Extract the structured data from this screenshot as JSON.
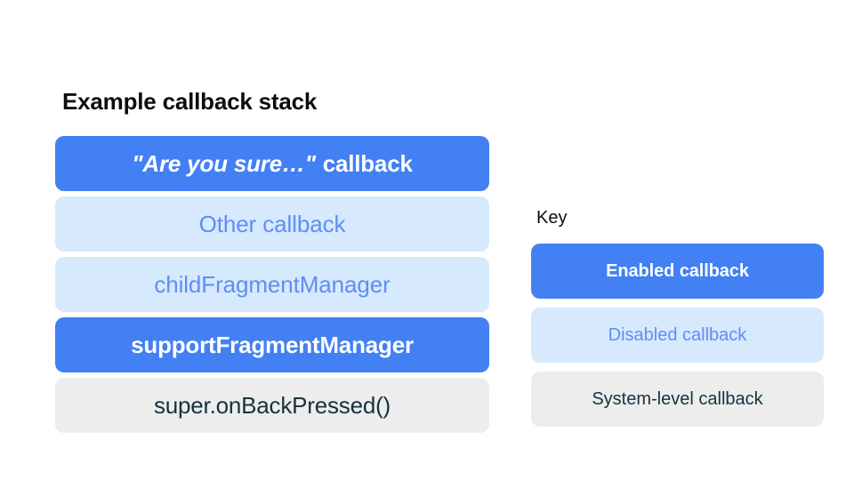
{
  "colors": {
    "background": "#ffffff",
    "enabled_fill": "#4280F4",
    "enabled_text": "#ffffff",
    "disabled_fill": "#d6e9fd",
    "disabled_text": "#5e8ef6",
    "system_fill": "#ededed",
    "system_text": "#17313f",
    "heading_text": "#0d0d0d"
  },
  "stack": {
    "title": "Example callback stack",
    "rows": [
      {
        "quoted_label": "\"Are you sure…\"",
        "label": "callback",
        "state": "enabled"
      },
      {
        "quoted_label": "",
        "label": "Other callback",
        "state": "disabled"
      },
      {
        "quoted_label": "",
        "label": "childFragmentManager",
        "state": "disabled"
      },
      {
        "quoted_label": "",
        "label": "supportFragmentManager",
        "state": "enabled"
      },
      {
        "quoted_label": "",
        "label": "super.onBackPressed()",
        "state": "system"
      }
    ]
  },
  "key": {
    "title": "Key",
    "rows": [
      {
        "label": "Enabled callback",
        "state": "enabled"
      },
      {
        "label": "Disabled callback",
        "state": "disabled"
      },
      {
        "label": "System-level callback",
        "state": "system"
      }
    ]
  }
}
